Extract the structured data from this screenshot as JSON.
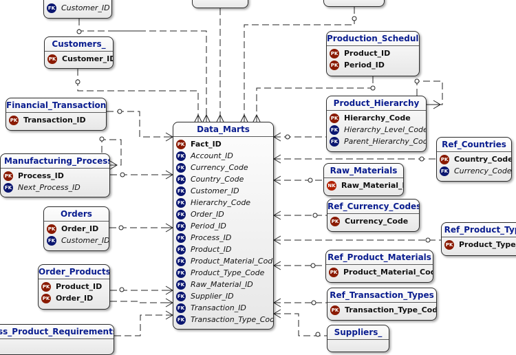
{
  "entities": {
    "top_customer_fragment": {
      "fields": [
        {
          "type": "fk",
          "name": "Customer_ID"
        }
      ]
    },
    "customers": {
      "title": "Customers_",
      "fields": [
        {
          "type": "pk",
          "name": "Customer_ID"
        }
      ]
    },
    "financial_transactions": {
      "title": "Financial_Transactions_",
      "fields": [
        {
          "type": "pk",
          "name": "Transaction_ID"
        }
      ]
    },
    "manufacturing_processes": {
      "title": "Manufacturing_Processes",
      "fields": [
        {
          "type": "pk",
          "name": "Process_ID"
        },
        {
          "type": "fk",
          "name": "Next_Process_ID"
        }
      ]
    },
    "orders": {
      "title": "Orders",
      "fields": [
        {
          "type": "pk",
          "name": "Order_ID"
        },
        {
          "type": "fk",
          "name": "Customer_ID"
        }
      ]
    },
    "order_products": {
      "title": "Order_Products_",
      "fields": [
        {
          "type": "pk",
          "name": "Product_ID"
        },
        {
          "type": "pk",
          "name": "Order_ID"
        }
      ]
    },
    "process_product_requirements": {
      "title": "ss_Product_Requirements_"
    },
    "data_marts": {
      "title": "Data_Marts",
      "fields": [
        {
          "type": "pk",
          "name": "Fact_ID"
        },
        {
          "type": "fk",
          "name": "Account_ID"
        },
        {
          "type": "fk",
          "name": "Currency_Code"
        },
        {
          "type": "fk",
          "name": "Country_Code"
        },
        {
          "type": "fk",
          "name": "Customer_ID"
        },
        {
          "type": "fk",
          "name": "Hierarchy_Code"
        },
        {
          "type": "fk",
          "name": "Order_ID"
        },
        {
          "type": "fk",
          "name": "Period_ID"
        },
        {
          "type": "fk",
          "name": "Process_ID"
        },
        {
          "type": "fk",
          "name": "Product_ID"
        },
        {
          "type": "fk",
          "name": "Product_Material_Code"
        },
        {
          "type": "fk",
          "name": "Product_Type_Code"
        },
        {
          "type": "fk",
          "name": "Raw_Material_ID"
        },
        {
          "type": "fk",
          "name": "Supplier_ID"
        },
        {
          "type": "fk",
          "name": "Transaction_ID"
        },
        {
          "type": "fk",
          "name": "Transaction_Type_Code"
        }
      ]
    },
    "production_schedule": {
      "title": "Production_Schedule_",
      "fields": [
        {
          "type": "pk",
          "name": "Product_ID"
        },
        {
          "type": "pk",
          "name": "Period_ID"
        }
      ]
    },
    "product_hierarchy": {
      "title": "Product_Hierarchy",
      "fields": [
        {
          "type": "pk",
          "name": "Hierarchy_Code"
        },
        {
          "type": "fk",
          "name": "Hierarchy_Level_Code"
        },
        {
          "type": "fk",
          "name": "Parent_Hierarchy_Code"
        }
      ]
    },
    "ref_countries": {
      "title": "Ref_Countries",
      "fields": [
        {
          "type": "pk",
          "name": "Country_Code"
        },
        {
          "type": "fk",
          "name": "Currency_Code"
        }
      ]
    },
    "raw_materials": {
      "title": "Raw_Materials",
      "fields": [
        {
          "type": "npk",
          "name": "Raw_Material_ID"
        }
      ]
    },
    "ref_currency_codes": {
      "title": "Ref_Currency_Codes_",
      "fields": [
        {
          "type": "pk",
          "name": "Currency_Code"
        }
      ]
    },
    "ref_product_types": {
      "title": "Ref_Product_Typ",
      "fields": [
        {
          "type": "pk",
          "name": "Product_Type_"
        }
      ]
    },
    "ref_product_materials": {
      "title": "Ref_Product_Materials",
      "fields": [
        {
          "type": "pk",
          "name": "Product_Material_Code"
        }
      ]
    },
    "ref_transaction_types": {
      "title": "Ref_Transaction_Types",
      "fields": [
        {
          "type": "pk",
          "name": "Transaction_Type_Code"
        }
      ]
    },
    "suppliers": {
      "title": "Suppliers_"
    }
  },
  "badges": {
    "pk": "PK",
    "fk": "FK",
    "npk": "NK"
  },
  "colors": {
    "title": "#0a1d8f",
    "pk_badge": "#8a1a00",
    "fk_badge": "#0a1670",
    "line": "#222222"
  }
}
